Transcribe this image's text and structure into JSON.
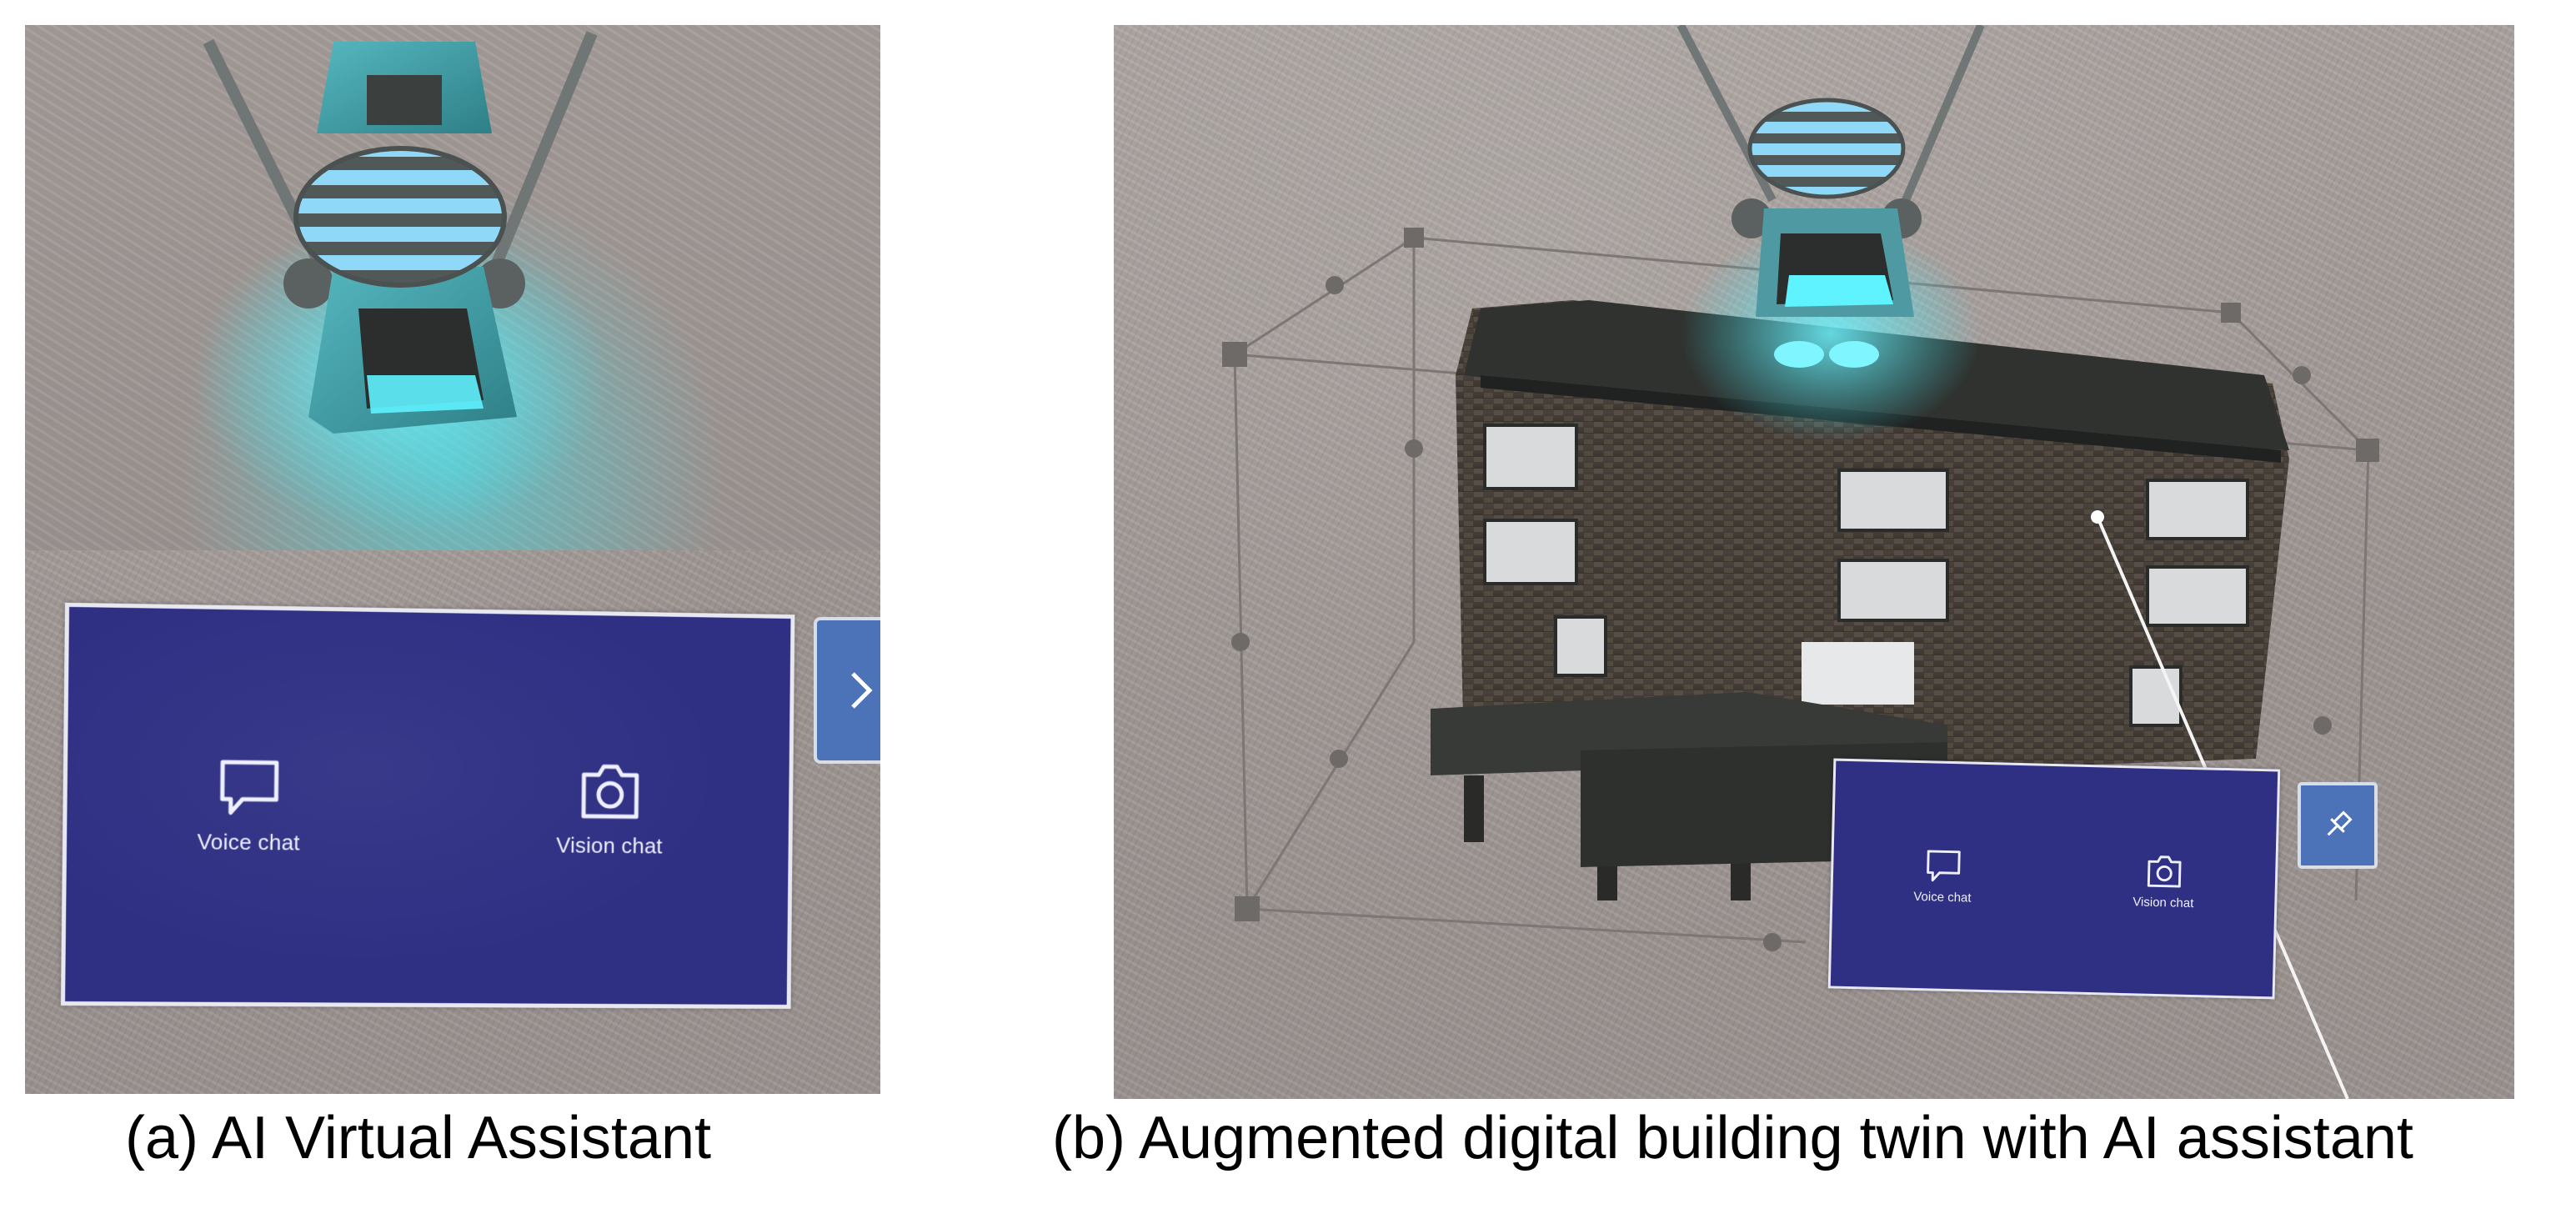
{
  "panel_a": {
    "menu": {
      "voice_chat_label": "Voice chat",
      "vision_chat_label": "Vision chat"
    },
    "side_button_icon": "chevron-right-icon",
    "caption": "(a) AI Virtual Assistant"
  },
  "panel_b": {
    "menu": {
      "voice_chat_label": "Voice chat",
      "vision_chat_label": "Vision chat"
    },
    "pin_button_icon": "pin-icon",
    "caption": "(b) Augmented digital building twin with AI assistant"
  },
  "icons": {
    "voice_chat": "speech-bubble-icon",
    "vision_chat": "camera-icon"
  },
  "colors": {
    "menu_background": "#2f2f84",
    "menu_border": "#e8e8f0",
    "button_blue": "#4c72b8",
    "assistant_glow": "#45e6f2",
    "wall": "#a39c98"
  }
}
